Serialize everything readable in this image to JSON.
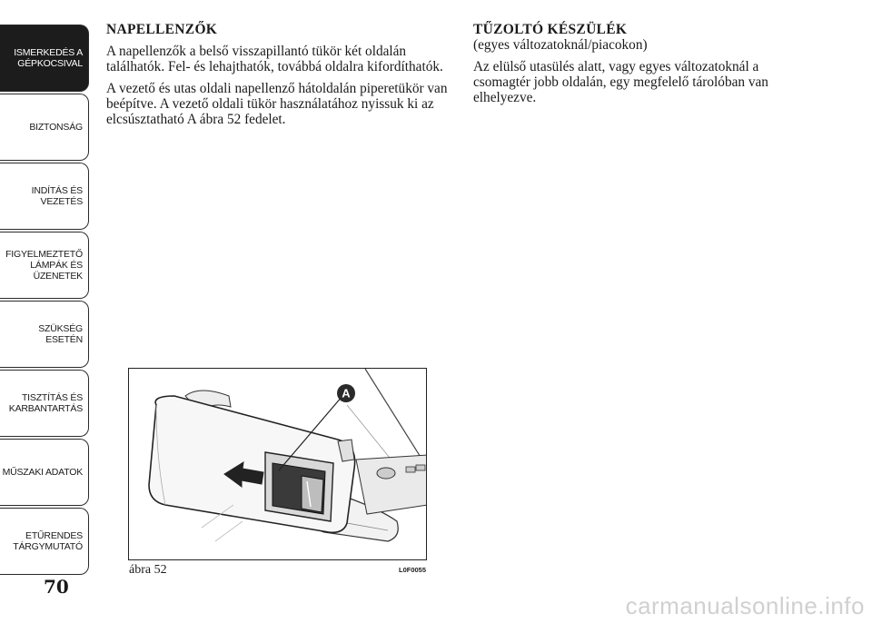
{
  "sidebar": {
    "tabs": [
      {
        "label": "ISMERKEDÉS A\nGÉPKOCSIVAL",
        "active": true
      },
      {
        "label": "BIZTONSÁG",
        "active": false
      },
      {
        "label": "INDÍTÁS ÉS\nVEZETÉS",
        "active": false
      },
      {
        "label": "FIGYELMEZTETŐ\nLÁMPÁK ÉS\nÜZENETEK",
        "active": false
      },
      {
        "label": "SZÜKSÉG ESETÉN",
        "active": false
      },
      {
        "label": "TISZTÍTÁS ÉS\nKARBANTARTÁS",
        "active": false
      },
      {
        "label": "MŰSZAKI ADATOK",
        "active": false
      },
      {
        "label": "ETŰRENDES\nTÁRGYMUTATÓ",
        "active": false
      }
    ]
  },
  "page_number": "70",
  "left": {
    "heading": "NAPELLENZŐK",
    "p1": "A napellenzők a belső visszapillantó tükör két oldalán találhatók. Fel- és lehajthatók, továbbá oldalra kifordíthatók.",
    "p2": "A vezető és utas oldali napellenző hátoldalán piperetükör van beépítve. A vezető oldali tükör használatához nyissuk ki az elcsúsztatható A ábra 52 fedelet."
  },
  "right": {
    "heading": "TŰZOLTÓ KÉSZÜLÉK",
    "subheading": "(egyes változatoknál/piacokon)",
    "p1": "Az elülső utasülés alatt, vagy egyes változatoknál a csomagtér jobb oldalán, egy megfelelő tárolóban van elhelyezve."
  },
  "figure": {
    "callout": "A",
    "caption": "ábra 52",
    "code": "L0F0055"
  },
  "watermark": "carmanualsonline.info"
}
